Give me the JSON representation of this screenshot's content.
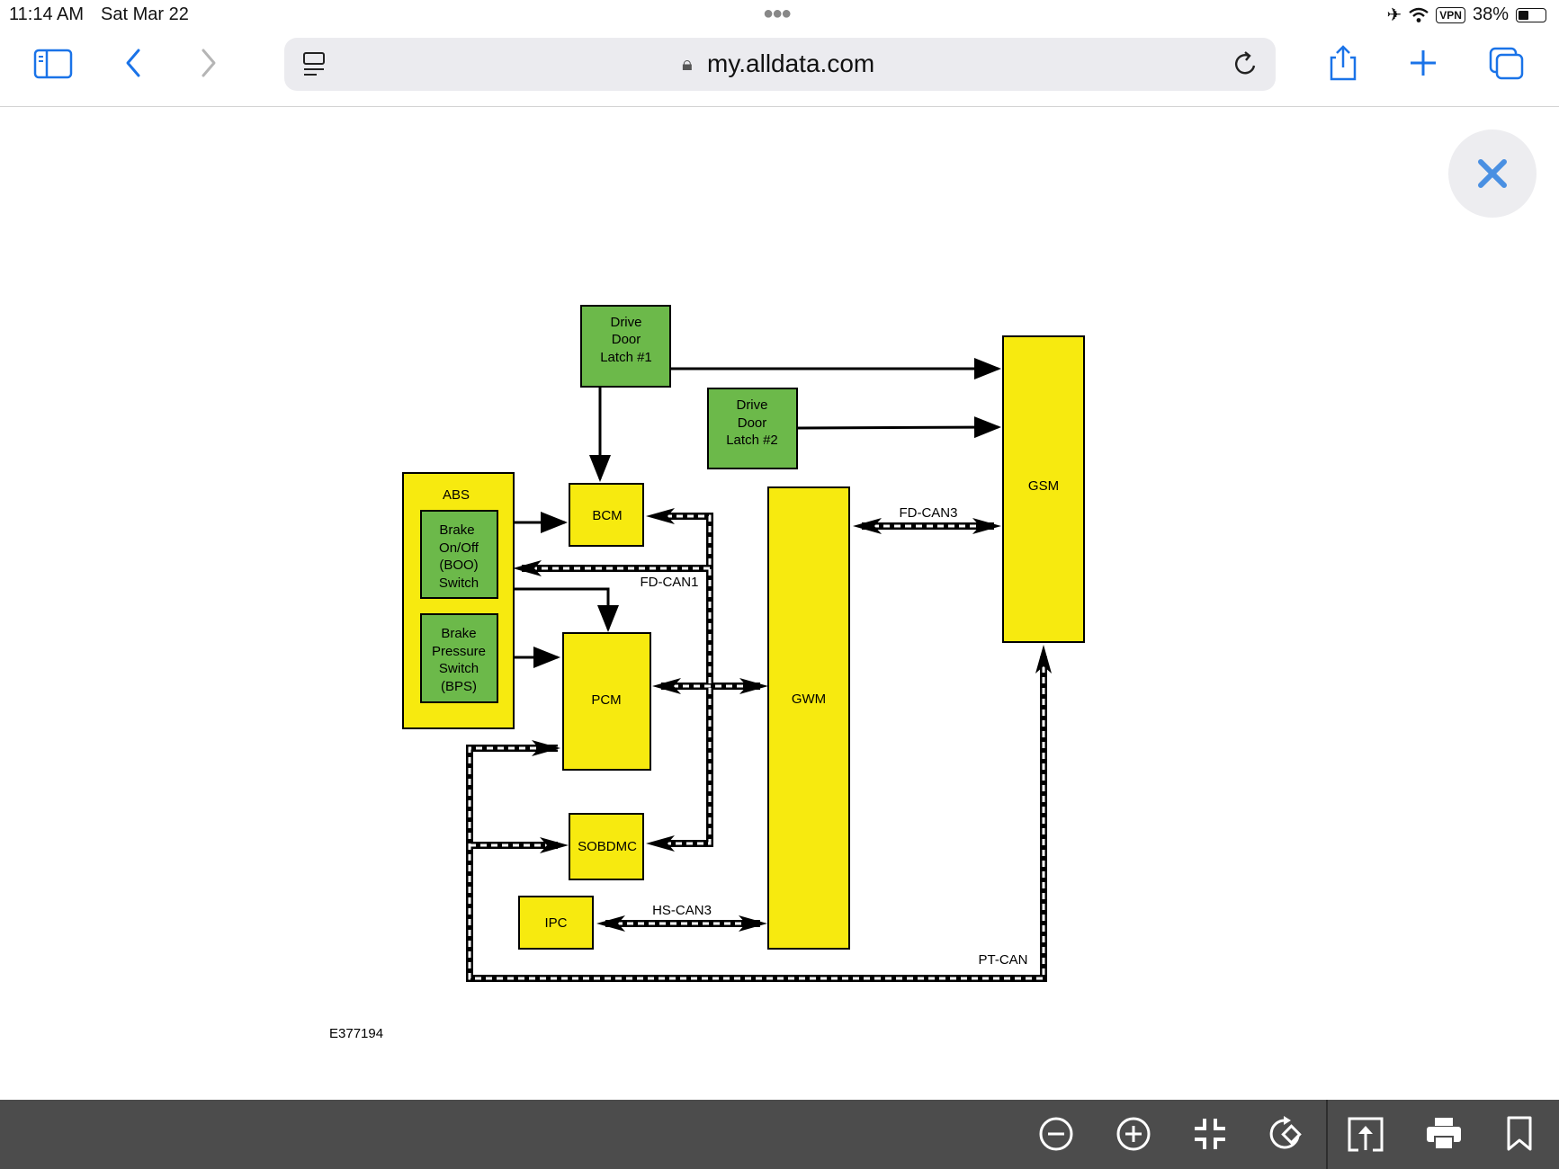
{
  "status": {
    "time": "11:14 AM",
    "date": "Sat Mar 22",
    "vpn": "VPN",
    "battery": "38%"
  },
  "browser": {
    "url": "my.alldata.com"
  },
  "diagram": {
    "drive_door_latch_1": [
      "Drive",
      "Door",
      "Latch #1"
    ],
    "drive_door_latch_2": [
      "Drive",
      "Door",
      "Latch #2"
    ],
    "abs": "ABS",
    "boo_switch": [
      "Brake",
      "On/Off",
      "(BOO)",
      "Switch"
    ],
    "bps_switch": [
      "Brake",
      "Pressure",
      "Switch",
      "(BPS)"
    ],
    "bcm": "BCM",
    "pcm": "PCM",
    "sobdmc": "SOBDMC",
    "ipc": "IPC",
    "gwm": "GWM",
    "gsm": "GSM",
    "fd_can3": "FD-CAN3",
    "fd_can1": "FD-CAN1",
    "hs_can3": "HS-CAN3",
    "pt_can": "PT-CAN",
    "figure_id": "E377194"
  },
  "colors": {
    "module_yellow": "#f7ea0f",
    "switch_green": "#6cb94a",
    "accent_blue": "#1a73e8"
  }
}
